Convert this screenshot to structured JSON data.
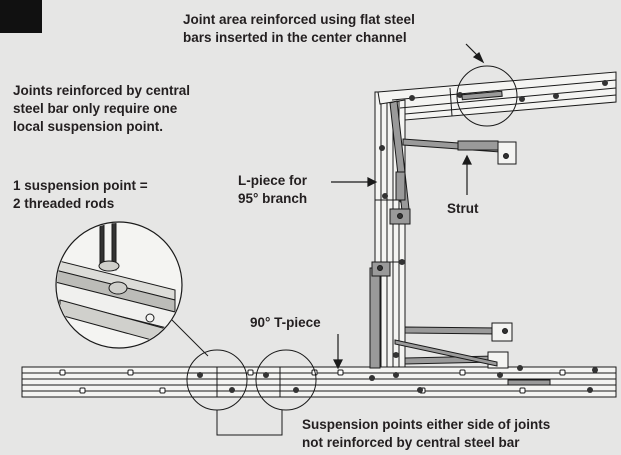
{
  "labels": {
    "top_right": "Joint area reinforced using flat steel\nbars inserted in the center channel",
    "left_joints": "Joints reinforced by central\nsteel bar only require one\nlocal suspension point.",
    "suspension_point": "1 suspension point =\n2 threaded rods",
    "l_piece": "L-piece for\n95° branch",
    "strut": "Strut",
    "t_piece": "90° T-piece",
    "bottom_right": "Suspension points either side of joints\nnot reinforced by central steel bar"
  },
  "colors": {
    "background": "#e6e6e5",
    "profile_fill": "#f4f4f2",
    "line": "#1a1a1a",
    "strut_grey": "#9a9a9a",
    "text": "#231f20"
  }
}
